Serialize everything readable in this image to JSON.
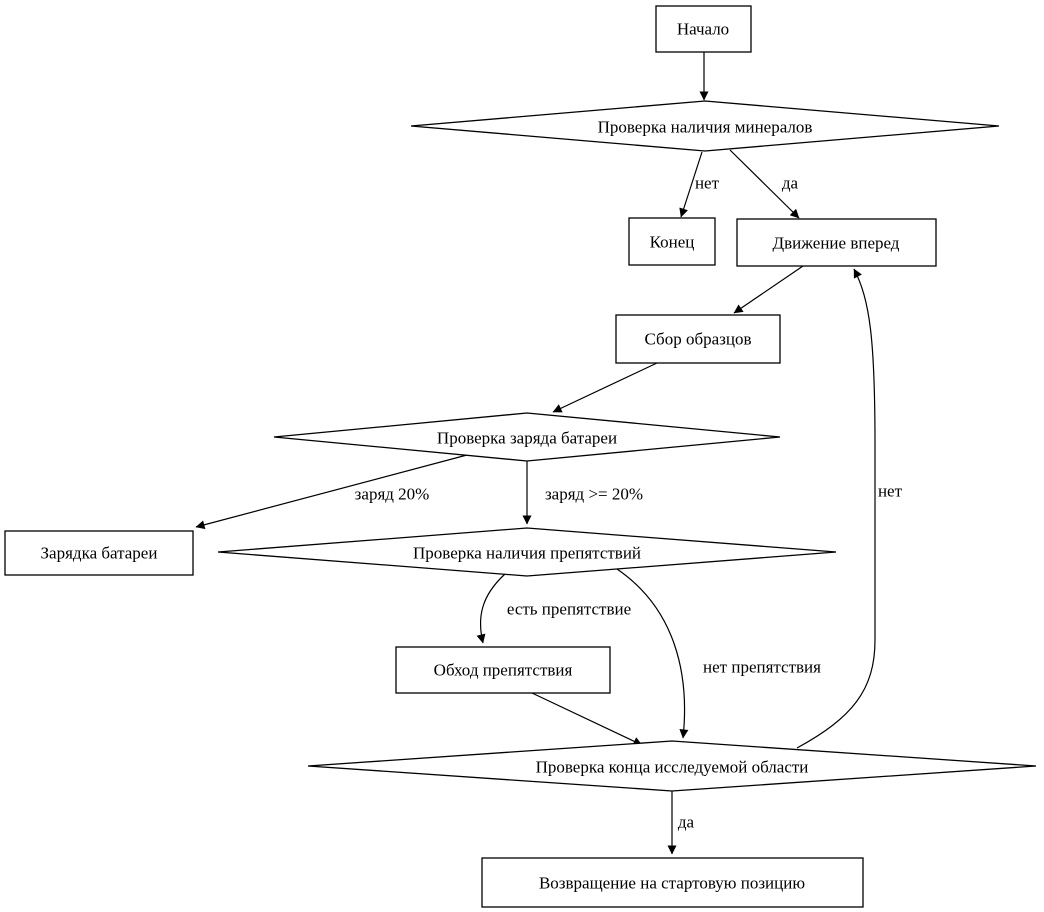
{
  "diagram": {
    "background_color": "#ffffff",
    "line_color": "#000000",
    "nodes": {
      "start": {
        "label": "Начало",
        "shape": "box"
      },
      "check_minerals": {
        "label": "Проверка наличия минералов",
        "shape": "diamond"
      },
      "finish": {
        "label": "Конец",
        "shape": "box"
      },
      "move_forward": {
        "label": "Движение вперед",
        "shape": "box"
      },
      "collect_samples": {
        "label": "Сбор образцов",
        "shape": "box"
      },
      "check_battery": {
        "label": "Проверка заряда батареи",
        "shape": "diamond"
      },
      "charge_battery": {
        "label": "Зарядка батареи",
        "shape": "box"
      },
      "check_obstacles": {
        "label": "Проверка наличия препятствий",
        "shape": "diamond"
      },
      "avoid_obstacle": {
        "label": "Обход препятствия",
        "shape": "box"
      },
      "check_area_end": {
        "label": "Проверка конца исследуемой области",
        "shape": "diamond"
      },
      "return_start": {
        "label": "Возвращение на стартовую позицию",
        "shape": "box"
      }
    },
    "edge_labels": {
      "minerals_no": "нет",
      "minerals_yes": "да",
      "battery_low": "заряд 20%",
      "battery_ok": "заряд >= 20%",
      "obstacle_yes": "есть препятствие",
      "obstacle_no": "нет препятствия",
      "area_not_end": "нет",
      "area_end": "да"
    }
  }
}
